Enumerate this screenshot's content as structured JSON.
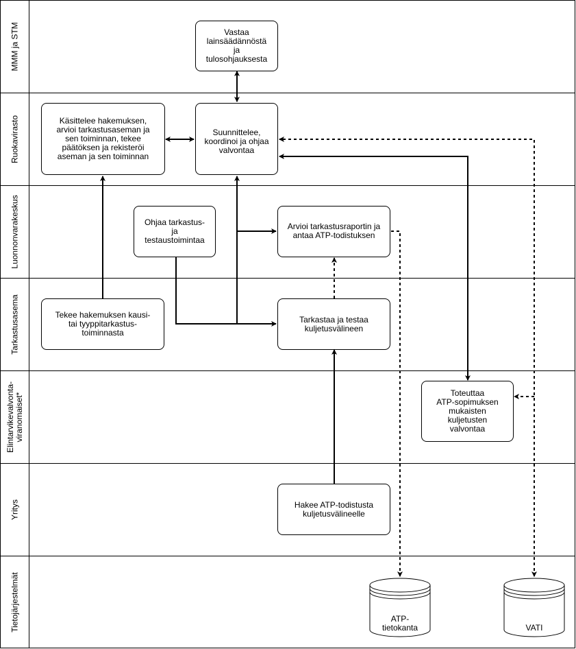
{
  "lanes": [
    {
      "key": "mmm",
      "title": "MMM ja STM"
    },
    {
      "key": "ruokavirasto",
      "title": "Ruokavirasto"
    },
    {
      "key": "luonnonvarakeskus",
      "title": "Luonnonvarakeskus"
    },
    {
      "key": "tarkastusasema",
      "title": "Tarkastusasema"
    },
    {
      "key": "elintarvike",
      "title": "Elintarvikevalvonta-\nviranomaiset*"
    },
    {
      "key": "yritys",
      "title": "Yritys"
    },
    {
      "key": "tietojarjestelmat",
      "title": "Tietojärjestelmät"
    }
  ],
  "boxes": {
    "vastaa": "Vastaa\nlainsäädännöstä\nja\ntulosohjauksesta",
    "kasittelee": "Käsittelee hakemuksen,\narvioi tarkastusaseman ja\nsen toiminnan, tekee\npäätöksen ja rekisteröi\naseman ja sen toiminnan",
    "suunnittelee": "Suunnittelee,\nkoordinoi ja ohjaa\nvalvontaa",
    "ohjaa": "Ohjaa tarkastus-\nja\ntestaustoimintaa",
    "arvioi": "Arvioi tarkastusraportin ja\nantaa ATP-todistuksen",
    "tekee": "Tekee hakemuksen kausi-\ntai tyyppitarkastus-\ntoiminnasta",
    "tarkastaa": "Tarkastaa ja testaa\nkuljetusvälineen",
    "toteuttaa": "Toteuttaa\nATP-sopimuksen\nmukaisten\nkuljetusten\nvalvontaa",
    "hakee": "Hakee ATP-todistusta\nkuljetusvälineelle"
  },
  "databases": {
    "atp": "ATP-\ntietokanta",
    "vati": "VATI"
  }
}
